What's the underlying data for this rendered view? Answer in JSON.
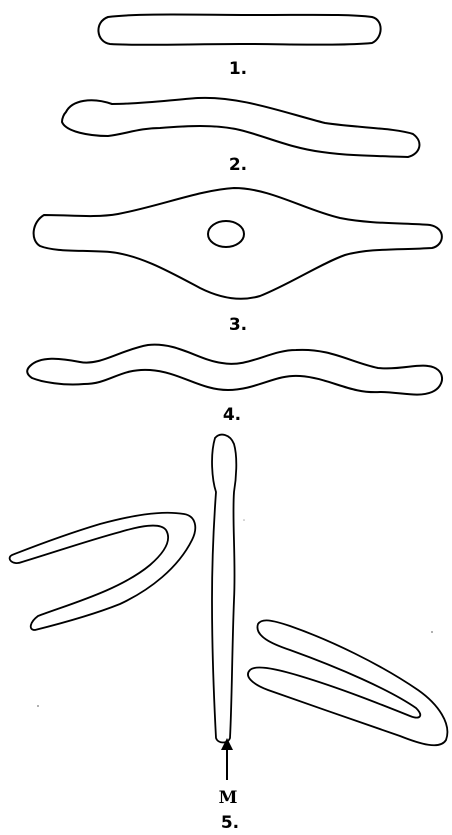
{
  "figure": {
    "labels": {
      "one": "1.",
      "two": "2.",
      "three": "3.",
      "four": "4.",
      "five": "5."
    },
    "marker": "M"
  }
}
